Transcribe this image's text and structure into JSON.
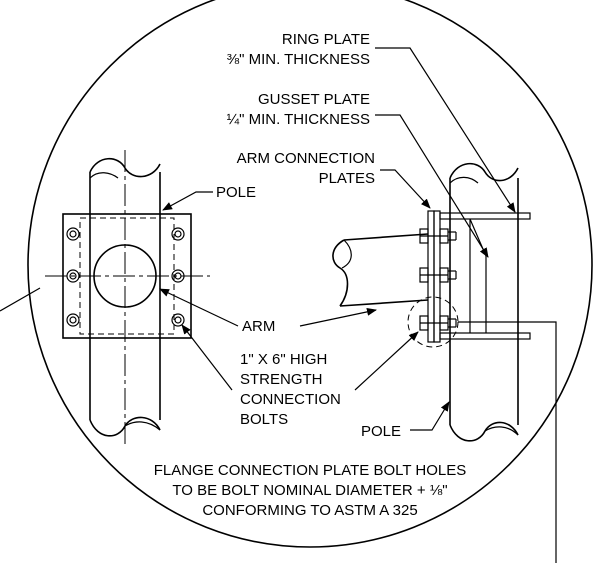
{
  "labels": {
    "ring_plate": "RING PLATE",
    "ring_plate_thickness": "⅜\" MIN. THICKNESS",
    "gusset_plate": "GUSSET PLATE",
    "gusset_plate_thickness": "¼\" MIN. THICKNESS",
    "arm_connection_1": "ARM CONNECTION",
    "arm_connection_2": "PLATES",
    "pole_left": "POLE",
    "arm": "ARM",
    "bolts_1": "1\" X 6\" HIGH",
    "bolts_2": "STRENGTH",
    "bolts_3": "CONNECTION",
    "bolts_4": "BOLTS",
    "pole_right": "POLE",
    "note_1": "FLANGE CONNECTION PLATE BOLT HOLES",
    "note_2": "TO BE BOLT NOMINAL DIAMETER + ⅛\"",
    "note_3": "CONFORMING TO ASTM A 325"
  }
}
